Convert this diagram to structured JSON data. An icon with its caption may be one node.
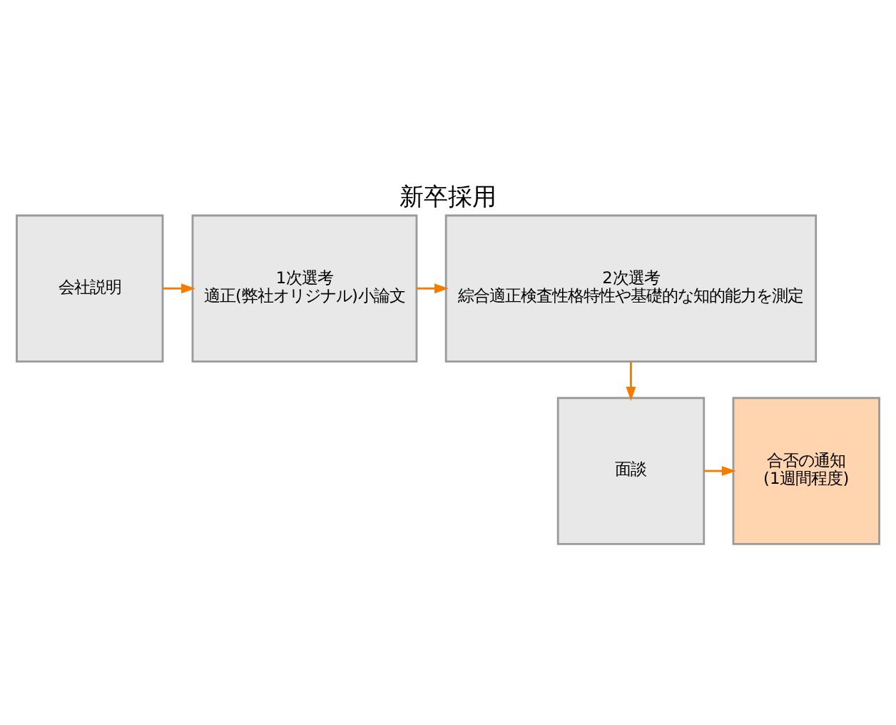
{
  "diagram": {
    "title": "新卒採用",
    "nodes": [
      {
        "text": [
          "会社説明"
        ]
      },
      {
        "text": [
          "1次選考",
          "適正(弊社オリジナル)小論文"
        ]
      },
      {
        "text": [
          "2次選考",
          "綜合適正検査性格特性や基礎的な知的能力を測定"
        ]
      },
      {
        "text": [
          "面談"
        ]
      },
      {
        "text": [
          "合否の通知",
          "(1週間程度)"
        ]
      }
    ],
    "edges": [
      {
        "from": 0,
        "to": 1,
        "arrow": "to"
      },
      {
        "from": 1,
        "to": 2,
        "arrow": "to"
      },
      {
        "from": 2,
        "to": 3,
        "arrow": "to"
      },
      {
        "from": 3,
        "to": 4,
        "arrow": "to"
      }
    ]
  }
}
